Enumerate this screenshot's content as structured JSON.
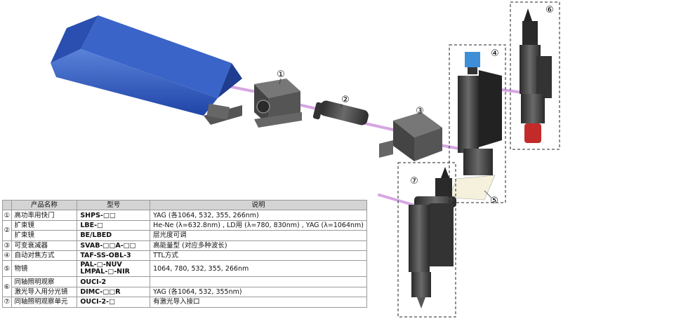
{
  "callouts": [
    "①",
    "②",
    "③",
    "④",
    "⑤",
    "⑥",
    "⑦"
  ],
  "table": {
    "headers": {
      "name": "产品名称",
      "model": "型号",
      "desc": "说明"
    },
    "rows": [
      {
        "num": "①",
        "name": "高功率用快门",
        "model": "SHPS-□□",
        "desc": "YAG (各1064, 532, 355, 266nm)"
      },
      {
        "num": "②",
        "name": "扩束镜",
        "model": "LBE-□",
        "desc": "He-Ne (λ=632.8nm) , LD用 (λ=780, 830nm) , YAG (λ=1064nm)"
      },
      {
        "num": "",
        "name": "扩束镜",
        "model": "BE/LBED",
        "desc": "层光度可调"
      },
      {
        "num": "③",
        "name": "可变衰减器",
        "model": "SVAB-□□A-□□",
        "desc": "高能量型 (对应多种波长)"
      },
      {
        "num": "④",
        "name": "自动对焦方式",
        "model": "TAF-SS-OBL-3",
        "desc": "TTL方式"
      },
      {
        "num": "⑤",
        "name": "物镜",
        "model_lines": [
          "PAL-□-NUV",
          "LMPAL-□-NIR"
        ],
        "desc": "1064, 780, 532, 355, 266nm"
      },
      {
        "num": "⑥",
        "name": "同轴照明观察",
        "model": "OUCI-2",
        "desc": ""
      },
      {
        "num": "",
        "name": "激光导入用分光镜",
        "model": "DIMC-□□R",
        "desc": "YAG (各1064, 532, 355nm)"
      },
      {
        "num": "⑦",
        "name": "同轴照明观察单元",
        "model": "OUCI-2-□",
        "desc": "有激光导入接口"
      }
    ]
  },
  "colors": {
    "laser_box": "#2f55b8",
    "laser_box_top": "#4f75d0",
    "beam": "#d6a6e2",
    "metal": "#3a3a3a",
    "header_bg": "#d4d4d4",
    "camera": "#3f8fd8",
    "nozzle": "#c32a2a"
  }
}
